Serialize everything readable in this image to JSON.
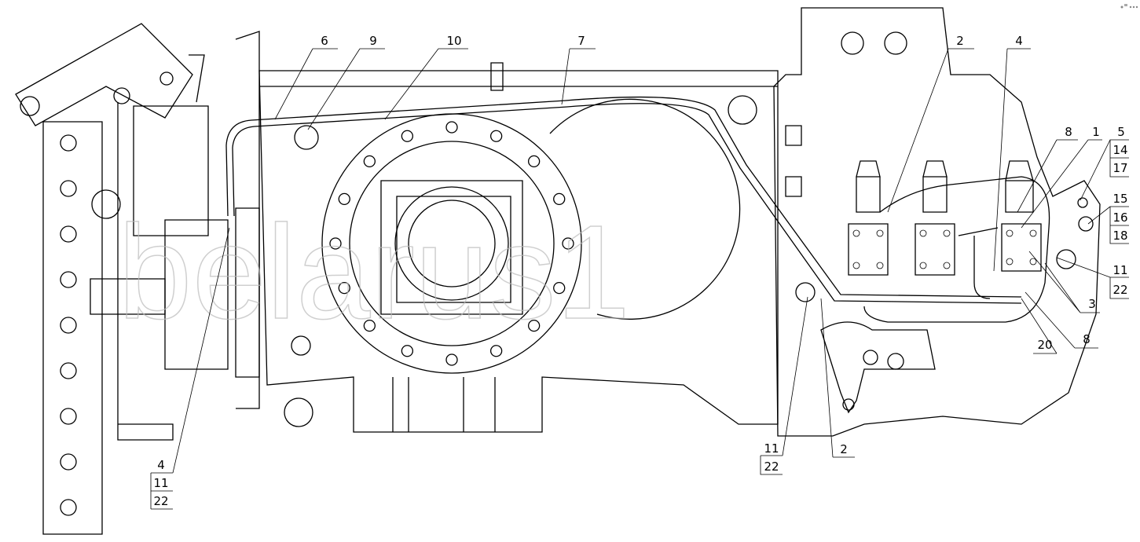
{
  "title": "Transmission housing hydraulic line assembly drawing",
  "watermark": "belarus1",
  "colors": {
    "line": "#000000",
    "background": "#ffffff",
    "watermark": "#bbbbbb"
  },
  "callouts": {
    "top_6": "6",
    "top_9": "9",
    "top_10": "10",
    "top_7": "7",
    "top_2": "2",
    "top_4": "4",
    "right_8a": "8",
    "right_1": "1",
    "right_5": "5",
    "right_14": "14",
    "right_17": "17",
    "right_15": "15",
    "right_16": "16",
    "right_18": "18",
    "right_11": "11",
    "right_22": "22",
    "right_3": "3",
    "right_20": "20",
    "right_8b": "8",
    "bottom_11": "11",
    "bottom_22": "22",
    "bottom_2": "2",
    "left_4": "4",
    "left_11": "11",
    "left_22": "22"
  }
}
